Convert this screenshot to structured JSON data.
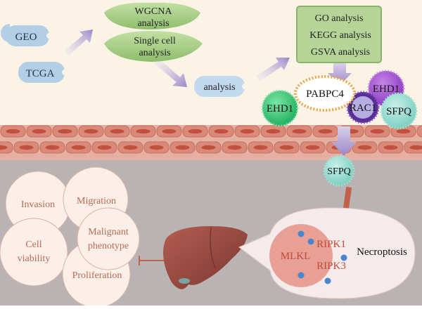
{
  "sources": {
    "geo": "GEO",
    "tcga": "TCGA"
  },
  "analyses": {
    "wgcna_line1": "WGCNA",
    "wgcna_line2": "analysis",
    "single_cell_line1": "Single cell",
    "single_cell_line2": "analysis",
    "analysis": "analysis"
  },
  "enrichment": {
    "go": "GO analysis",
    "kegg": "KEGG analysis",
    "gsva": "GSVA analysis"
  },
  "proteins": {
    "ehd1_left": "EHD1",
    "pabpc4": "PABPC4",
    "ehd1_right": "EHD1",
    "rac1": "RAC1",
    "sfpq_top": "SFPQ",
    "sfpq_lower": "SFPQ"
  },
  "phenotypes": {
    "invasion": "Invasion",
    "migration": "Migration",
    "malignant_line1": "Malignant",
    "malignant_line2": "phenotype",
    "cell_line1": "Cell",
    "cell_line2": "viability",
    "proliferation": "Proliferation"
  },
  "necroptosis": {
    "label": "Necroptosis",
    "mlkl": "MLKL",
    "ripk1": "RIPK1",
    "ripk3": "RIPK3"
  },
  "colors": {
    "background_top": "#faf3e6",
    "background_bottom": "#b9b4b3",
    "membrane": "#e2a08f",
    "membrane_cell": "#c55c49",
    "source_pill": "#b3cfe6",
    "analysis_leaf": "#a8cc86",
    "enrichment_box": "#b6d497",
    "arrow": "#a393cc",
    "ehd1_left": "#3ec77a",
    "ehd1_right": "#9b47c8",
    "rac1": "#5a2f97",
    "sfpq": "#8bd8cc",
    "down_arrow": "#c1614b",
    "phenotype_circle": "#fbefe8",
    "phenotype_text": "#b86b55",
    "liver": "#9c4b43",
    "necroptosis_bubble": "#f5ebea",
    "mlkl_circle": "#e8a096",
    "dot": "#4a86cf"
  }
}
